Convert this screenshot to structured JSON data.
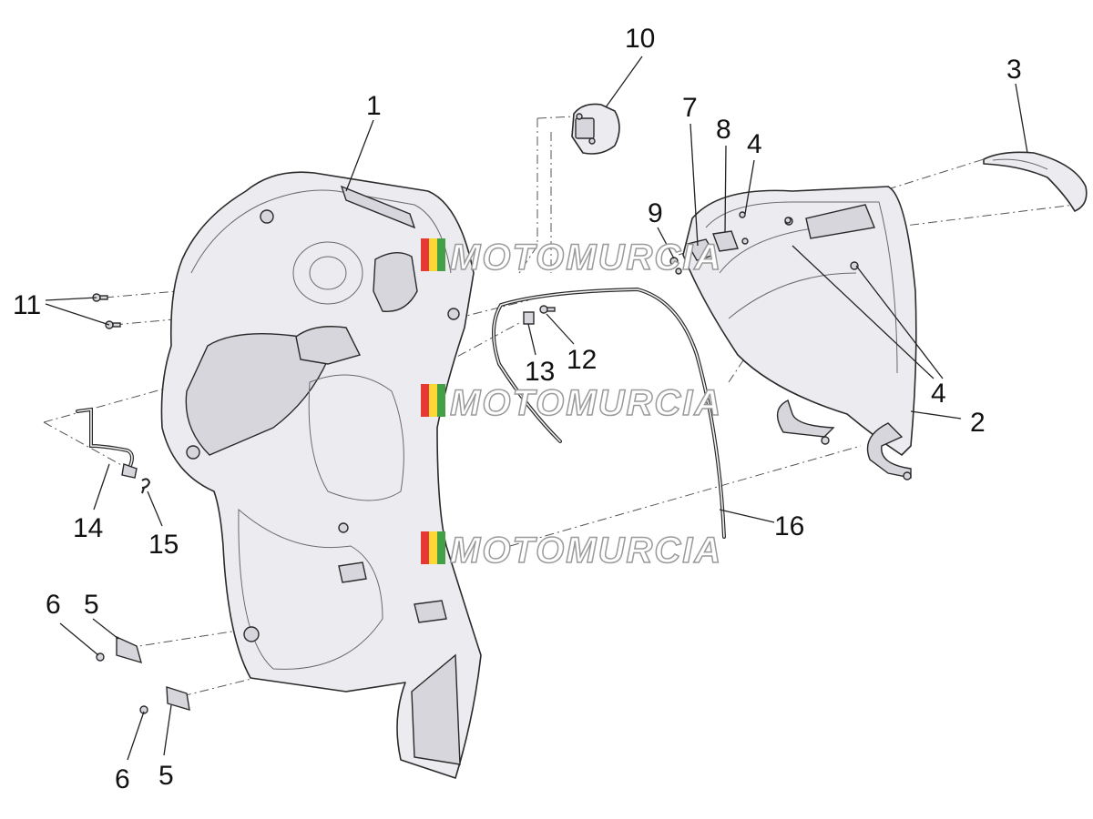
{
  "diagram": {
    "watermark": "MOTOMURCIA",
    "watermark_colors": [
      "#e53935",
      "#fdd835",
      "#43a047"
    ],
    "callouts": {
      "c1": "1",
      "c2": "2",
      "c3": "3",
      "c4a": "4",
      "c4b": "4",
      "c5a": "5",
      "c5b": "5",
      "c6a": "6",
      "c6b": "6",
      "c7": "7",
      "c8": "8",
      "c9": "9",
      "c10": "10",
      "c11": "11",
      "c12": "12",
      "c13": "13",
      "c14": "14",
      "c15": "15",
      "c16": "16"
    }
  }
}
